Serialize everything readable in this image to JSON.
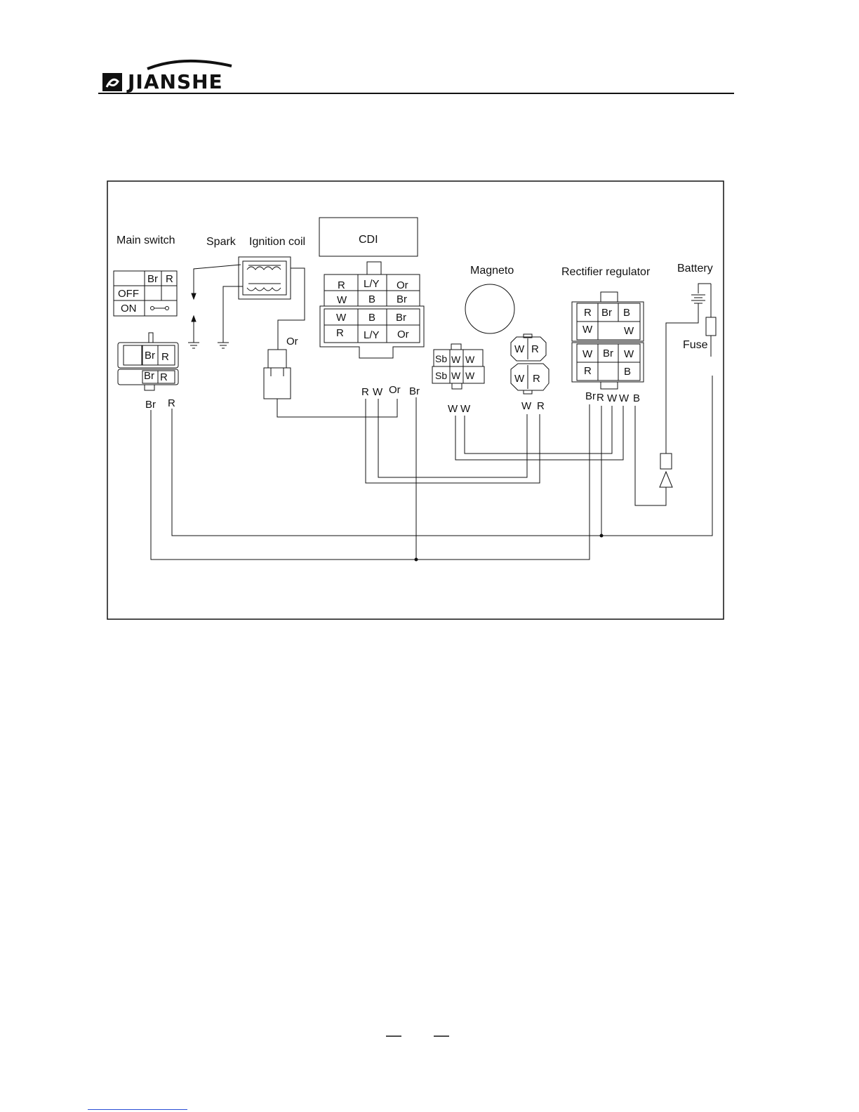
{
  "header": {
    "brand": "JIANSHE"
  },
  "diagram": {
    "components": {
      "main_switch": "Main switch",
      "spark": "Spark",
      "ignition_coil": "Ignition coil",
      "cdi": "CDI",
      "magneto": "Magneto",
      "rectifier_regulator": "Rectifier regulator",
      "battery": "Battery",
      "fuse": "Fuse"
    },
    "main_switch_table": {
      "headers": [
        "Br",
        "R"
      ],
      "rows": [
        "OFF",
        "ON"
      ]
    },
    "main_switch_connector": [
      "Br",
      "R",
      "Br",
      "R"
    ],
    "main_switch_wires": [
      "Br",
      "R"
    ],
    "coil_wire": "Or",
    "cdi_connector_top": [
      "R",
      "L/Y",
      "Or",
      "W",
      "B",
      "Br"
    ],
    "cdi_connector_bottom": [
      "W",
      "B",
      "Br",
      "R",
      "L/Y",
      "Or"
    ],
    "cdi_wires": [
      "R",
      "W",
      "Or",
      "Br"
    ],
    "magneto_connector_left": [
      "Sb",
      "W",
      "W",
      "Sb",
      "W",
      "W"
    ],
    "magneto_connector_right": [
      "W",
      "R",
      "W",
      "R"
    ],
    "magneto_wires_left": [
      "W",
      "W"
    ],
    "magneto_wires_right": [
      "W",
      "R"
    ],
    "regulator_connector_top": [
      "R",
      "Br",
      "B",
      "W",
      "W"
    ],
    "regulator_connector_bottom": [
      "W",
      "Br",
      "W",
      "R",
      "B"
    ],
    "regulator_wires": [
      "Br",
      "R",
      "W",
      "W",
      "B"
    ]
  }
}
